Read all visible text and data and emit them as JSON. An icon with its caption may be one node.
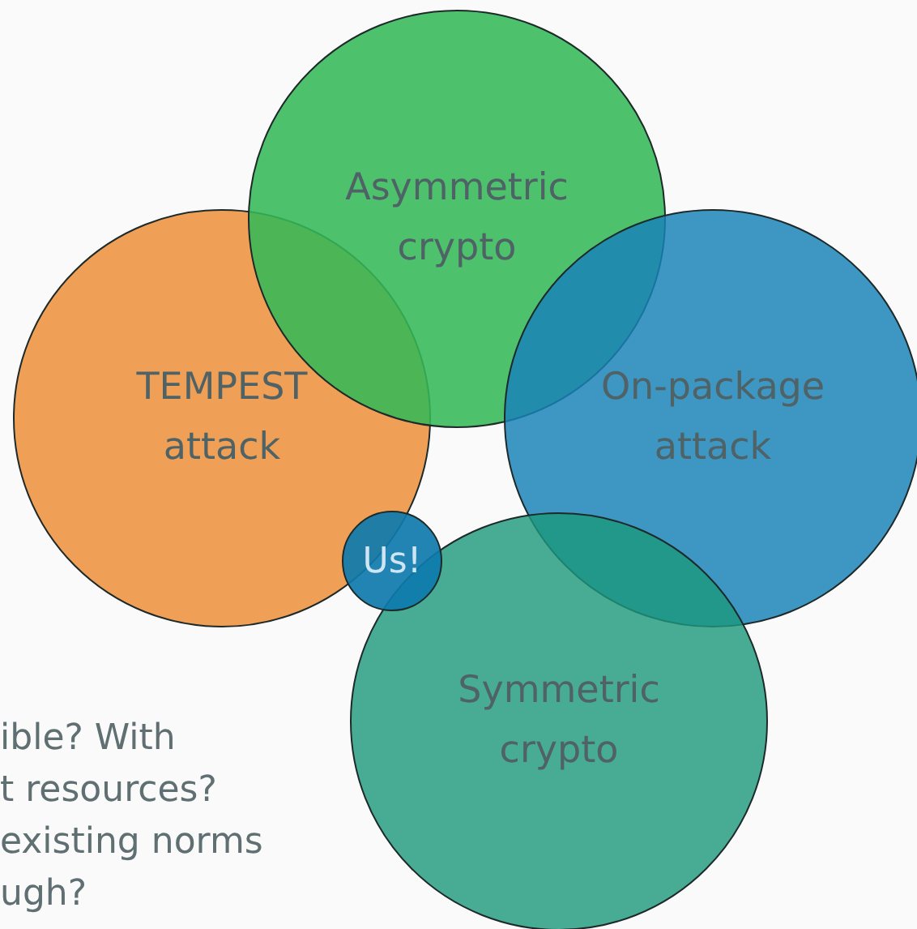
{
  "diagram": {
    "nodes": [
      {
        "text": [
          "Asymmetric crypto"
        ]
      },
      {
        "text": [
          "TEMPEST attack"
        ]
      },
      {
        "text": [
          "On-package attack"
        ]
      },
      {
        "text": [
          "Us!"
        ]
      },
      {
        "text": [
          "Symmetric crypto"
        ]
      }
    ],
    "labels": [
      "ible? With t resources? existing norms ugh?"
    ]
  }
}
